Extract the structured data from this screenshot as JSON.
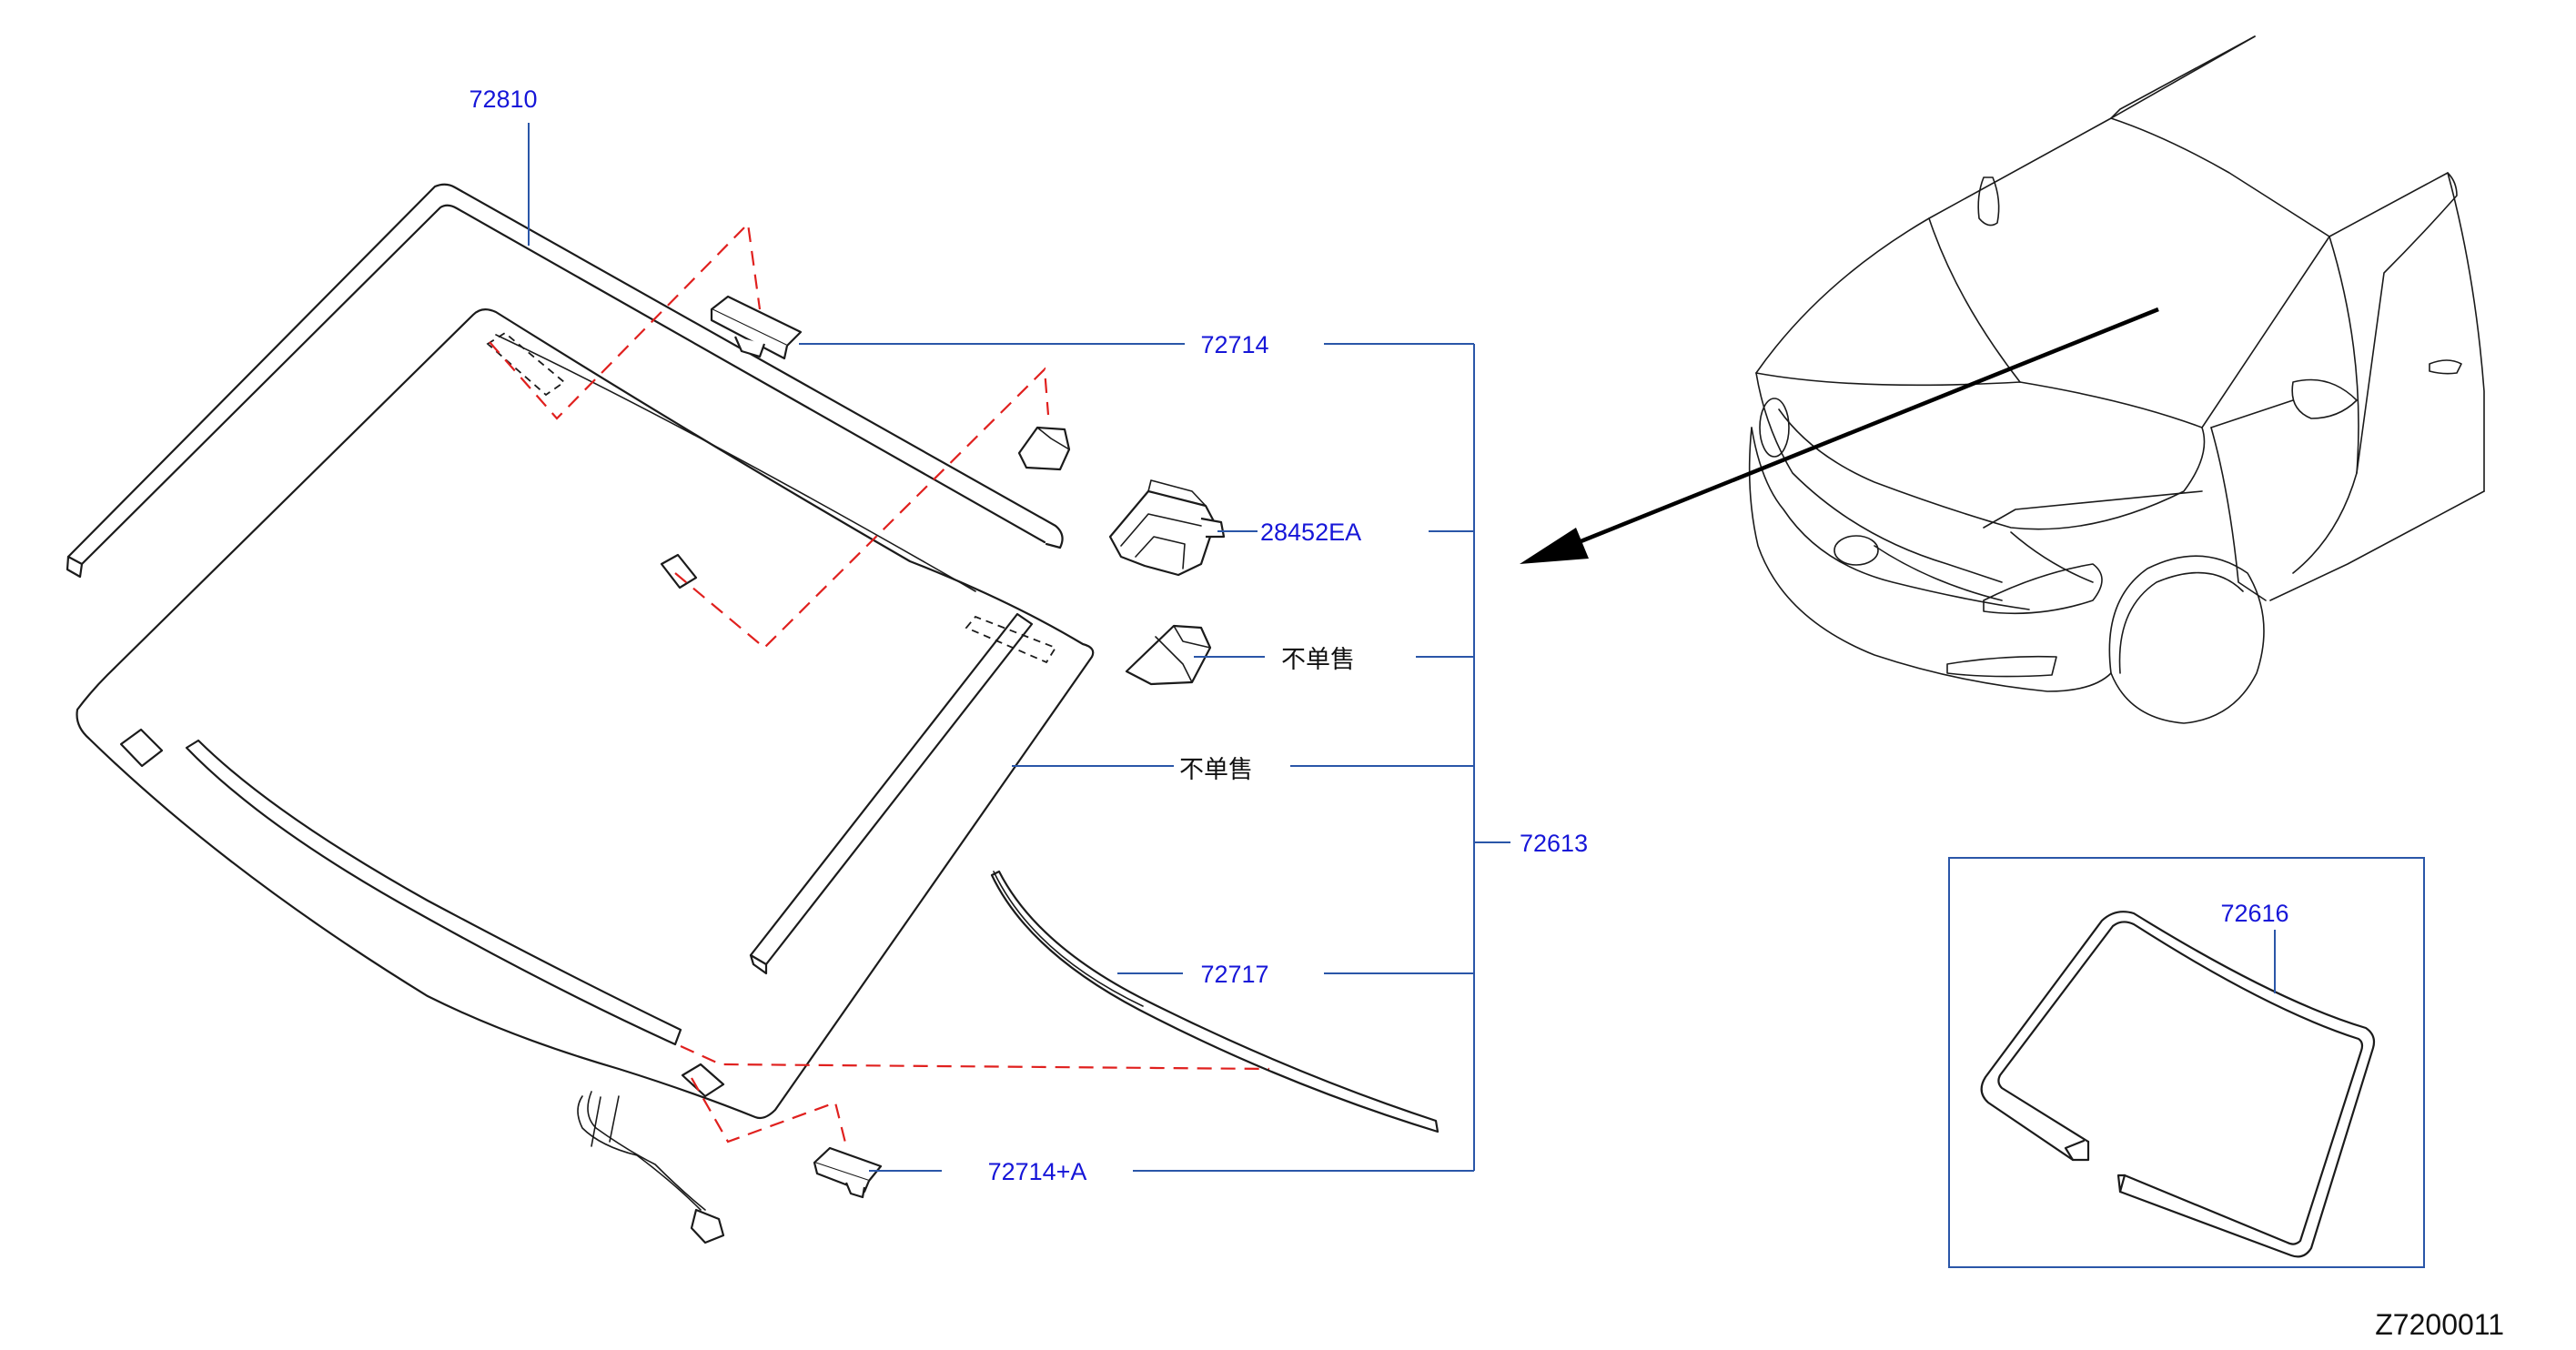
{
  "labels": {
    "windshield_molding": "72810",
    "clip_upper": "72714",
    "sensor_bracket": "28452EA",
    "not_sold_bracket": "不单售",
    "not_sold_glass": "不单售",
    "assembly": "72613",
    "lower_molding": "72717",
    "clip_lower": "72714+A",
    "dam_rubber": "72616",
    "figure_code": "Z7200011"
  },
  "colors": {
    "part_number_text": "#1616d8",
    "leader_lines": "#2a56a8",
    "dashed_reference": "#e0201e",
    "linework": "#1b1b1b"
  }
}
